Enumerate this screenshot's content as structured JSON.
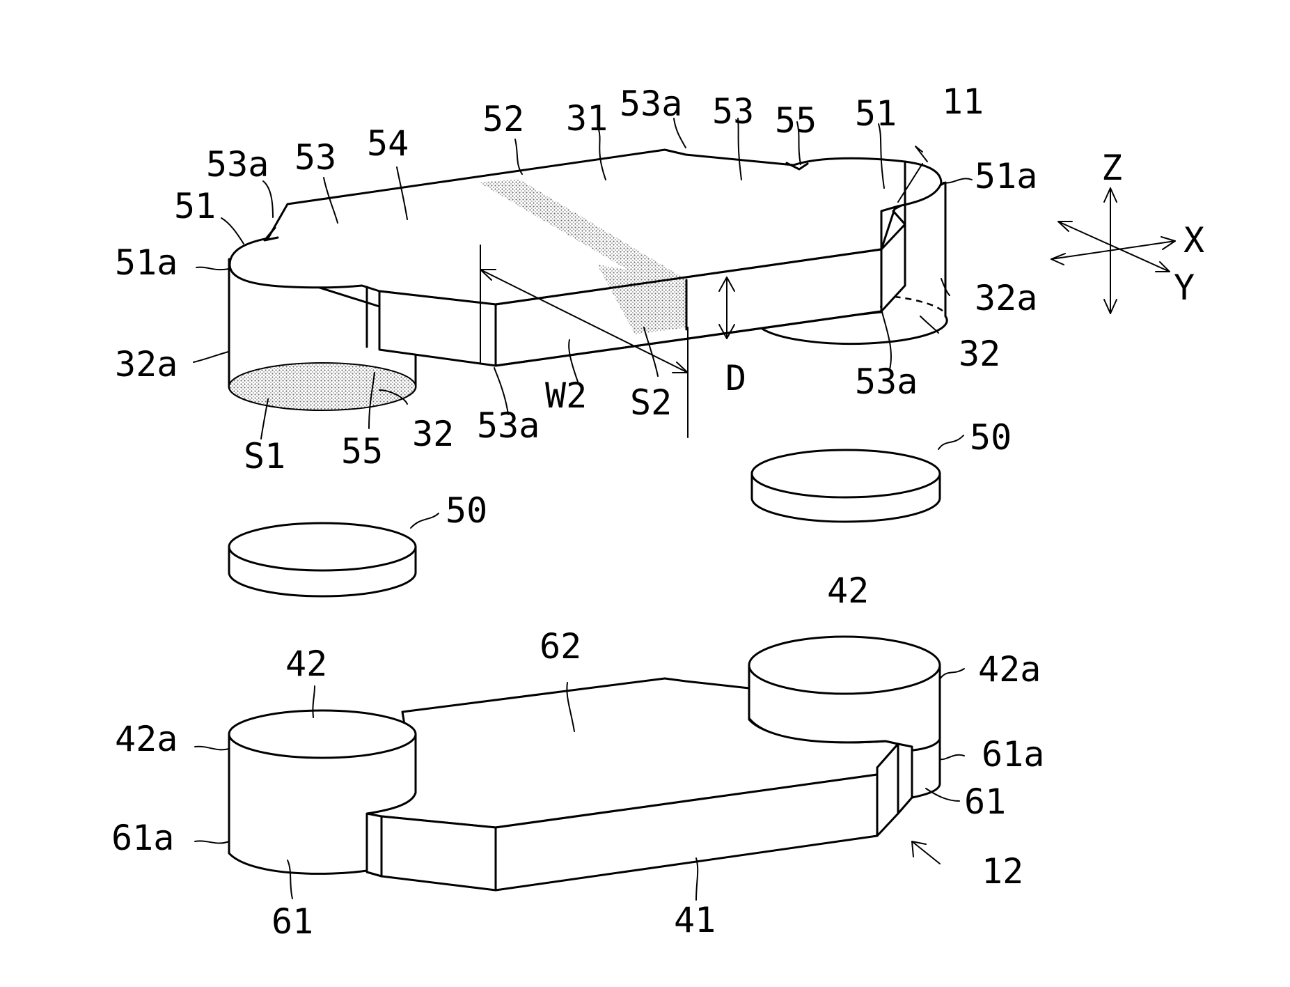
{
  "figure": {
    "upper_part_label": "11",
    "lower_part_label": "12",
    "axes": {
      "z": "Z",
      "x": "X",
      "y": "Y"
    },
    "labels": {
      "l51_left": "51",
      "l51a_left": "51a",
      "l53a_upper_left": "53a",
      "l53_left": "53",
      "l54": "54",
      "l52": "52",
      "l31": "31",
      "l53a_top": "53a",
      "l53_right": "53",
      "l55_top": "55",
      "l51_right": "51",
      "l51a_right": "51a",
      "l32a_left": "32a",
      "l32a_right": "32a",
      "l32_right": "32",
      "l53a_right": "53a",
      "lD": "D",
      "lS2": "S2",
      "lW2": "W2",
      "l53a_bottom": "53a",
      "l32_left": "32",
      "l55_bottom": "55",
      "lS1": "S1",
      "l50_right": "50",
      "l50_left": "50",
      "l42_right": "42",
      "l42a_right": "42a",
      "l62": "62",
      "l42_left": "42",
      "l42a_left": "42a",
      "l61a_left": "61a",
      "l61a_right": "61a",
      "l61_right": "61",
      "l61_left": "61",
      "l41": "41"
    },
    "colors": {
      "line": "#000000",
      "background": "#ffffff",
      "stipple": "#6e6e6e"
    }
  }
}
